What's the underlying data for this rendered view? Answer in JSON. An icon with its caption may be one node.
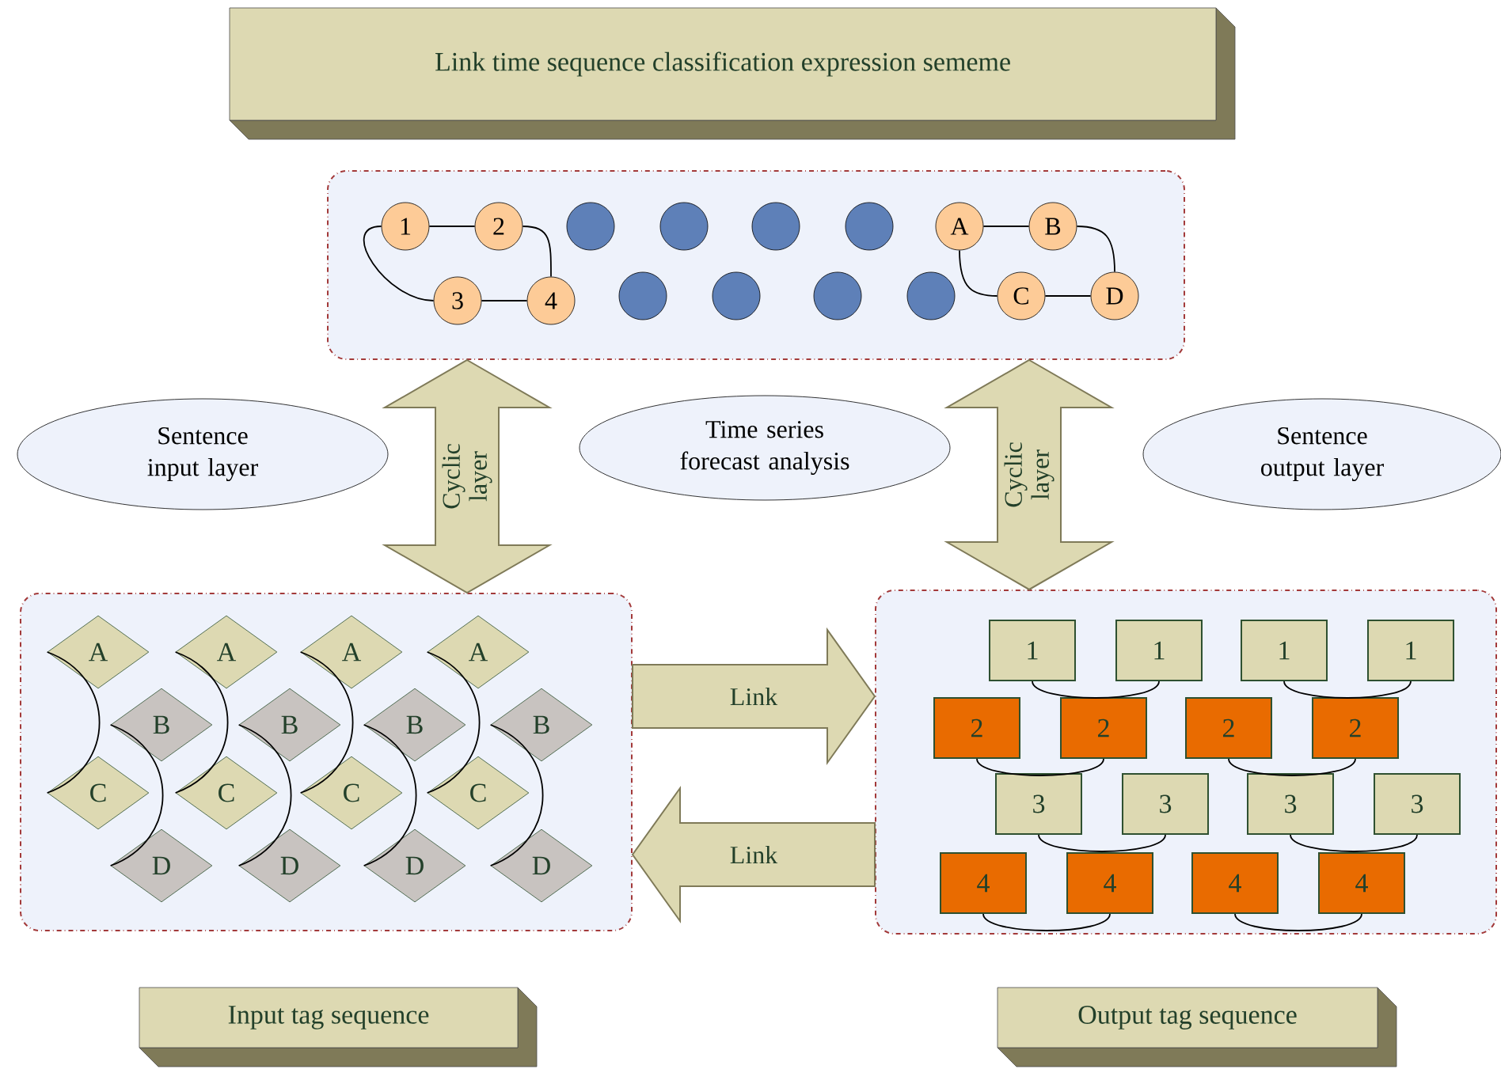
{
  "diagram": {
    "nodes": [
      {
        "text": [
          "Link time sequence classification expression sememe"
        ]
      },
      {
        "text": [],
        "shape": "box"
      },
      {
        "text": [
          "1"
        ],
        "in": 1
      },
      {
        "text": [
          "2"
        ],
        "in": 1
      },
      {
        "text": [
          "3"
        ],
        "in": 1
      },
      {
        "text": [
          "4"
        ],
        "in": 1
      },
      {
        "text": [],
        "shape": "circle",
        "in": 1
      },
      {
        "text": [],
        "shape": "circle",
        "in": 1
      },
      {
        "text": [],
        "shape": "circle",
        "in": 1
      },
      {
        "text": [],
        "shape": "circle",
        "in": 1
      },
      {
        "text": [],
        "shape": "circle",
        "in": 1
      },
      {
        "text": [],
        "shape": "circle",
        "in": 1
      },
      {
        "text": [],
        "shape": "circle",
        "in": 1
      },
      {
        "text": [],
        "shape": "circle",
        "in": 1
      },
      {
        "text": [
          "A"
        ],
        "in": 1
      },
      {
        "text": [
          "B"
        ],
        "in": 1
      },
      {
        "text": [
          "C"
        ],
        "in": 1
      },
      {
        "text": [
          "D"
        ],
        "in": 1
      },
      {
        "text": [
          "Sentence input layer"
        ]
      },
      {
        "text": [
          "Time series forecast analysis"
        ]
      },
      {
        "text": [
          "Sentence output layer"
        ]
      },
      {
        "text": [],
        "shape": "box"
      },
      {
        "text": [
          "A"
        ],
        "in": 21
      },
      {
        "text": [
          "A"
        ],
        "in": 21
      },
      {
        "text": [
          "A"
        ],
        "in": 21
      },
      {
        "text": [
          "A"
        ],
        "in": 21
      },
      {
        "text": [
          "B"
        ],
        "in": 21
      },
      {
        "text": [
          "B"
        ],
        "in": 21
      },
      {
        "text": [
          "B"
        ],
        "in": 21
      },
      {
        "text": [
          "B"
        ],
        "in": 21
      },
      {
        "text": [
          "C"
        ],
        "in": 21
      },
      {
        "text": [
          "C"
        ],
        "in": 21
      },
      {
        "text": [
          "C"
        ],
        "in": 21
      },
      {
        "text": [
          "C"
        ],
        "in": 21
      },
      {
        "text": [
          "D"
        ],
        "in": 21
      },
      {
        "text": [
          "D"
        ],
        "in": 21
      },
      {
        "text": [
          "D"
        ],
        "in": 21
      },
      {
        "text": [
          "D"
        ],
        "in": 21
      },
      {
        "text": [],
        "shape": "box"
      },
      {
        "text": [
          "1"
        ],
        "in": 38
      },
      {
        "text": [
          "1"
        ],
        "in": 38
      },
      {
        "text": [
          "1"
        ],
        "in": 38
      },
      {
        "text": [
          "1"
        ],
        "in": 38
      },
      {
        "text": [
          "2"
        ],
        "in": 38
      },
      {
        "text": [
          "2"
        ],
        "in": 38
      },
      {
        "text": [
          "2"
        ],
        "in": 38
      },
      {
        "text": [
          "2"
        ],
        "in": 38
      },
      {
        "text": [
          "3"
        ],
        "in": 38
      },
      {
        "text": [
          "3"
        ],
        "in": 38
      },
      {
        "text": [
          "3"
        ],
        "in": 38
      },
      {
        "text": [
          "3"
        ],
        "in": 38
      },
      {
        "text": [
          "4"
        ],
        "in": 38
      },
      {
        "text": [
          "4"
        ],
        "in": 38
      },
      {
        "text": [
          "4"
        ],
        "in": 38
      },
      {
        "text": [
          "4"
        ],
        "in": 38
      },
      {
        "text": [
          "Input tag sequence"
        ]
      },
      {
        "text": [
          "Output tag sequence"
        ]
      }
    ],
    "edges": [
      {
        "from": 2,
        "to": 3,
        "arrow": "none"
      },
      {
        "from": 3,
        "to": 5,
        "arrow": "none"
      },
      {
        "from": 2,
        "to": 4,
        "arrow": "none"
      },
      {
        "from": 4,
        "to": 5,
        "arrow": "none"
      },
      {
        "from": 14,
        "to": 15,
        "arrow": "none"
      },
      {
        "from": 15,
        "to": 17,
        "arrow": "none"
      },
      {
        "from": 14,
        "to": 16,
        "arrow": "none"
      },
      {
        "from": 16,
        "to": 17,
        "arrow": "none"
      },
      {
        "from": 1,
        "to": 21,
        "arrow": "both",
        "label": "Cyclic layer",
        "style": "thick",
        "color": "#ddd9b2"
      },
      {
        "from": 1,
        "to": 38,
        "arrow": "both",
        "label": "Cyclic layer",
        "style": "thick",
        "color": "#ddd9b2"
      },
      {
        "from": 21,
        "to": 38,
        "arrow": "to",
        "label": "Link",
        "style": "thick",
        "color": "#ddd9b2"
      },
      {
        "from": 38,
        "to": 21,
        "arrow": "to",
        "label": "Link",
        "style": "thick",
        "color": "#ddd9b2"
      },
      {
        "from": 22,
        "to": 30,
        "arrow": "none"
      },
      {
        "from": 23,
        "to": 31,
        "arrow": "none"
      },
      {
        "from": 24,
        "to": 32,
        "arrow": "none"
      },
      {
        "from": 25,
        "to": 33,
        "arrow": "none"
      },
      {
        "from": 26,
        "to": 34,
        "arrow": "none"
      },
      {
        "from": 27,
        "to": 35,
        "arrow": "none"
      },
      {
        "from": 28,
        "to": 36,
        "arrow": "none"
      },
      {
        "from": 29,
        "to": 37,
        "arrow": "none"
      },
      {
        "from": 39,
        "to": 40,
        "arrow": "none"
      },
      {
        "from": 41,
        "to": 42,
        "arrow": "none"
      },
      {
        "from": 43,
        "to": 44,
        "arrow": "none"
      },
      {
        "from": 45,
        "to": 46,
        "arrow": "none"
      },
      {
        "from": 47,
        "to": 48,
        "arrow": "none"
      },
      {
        "from": 49,
        "to": 50,
        "arrow": "none"
      },
      {
        "from": 51,
        "to": 52,
        "arrow": "none"
      },
      {
        "from": 53,
        "to": 54,
        "arrow": "none"
      }
    ]
  }
}
